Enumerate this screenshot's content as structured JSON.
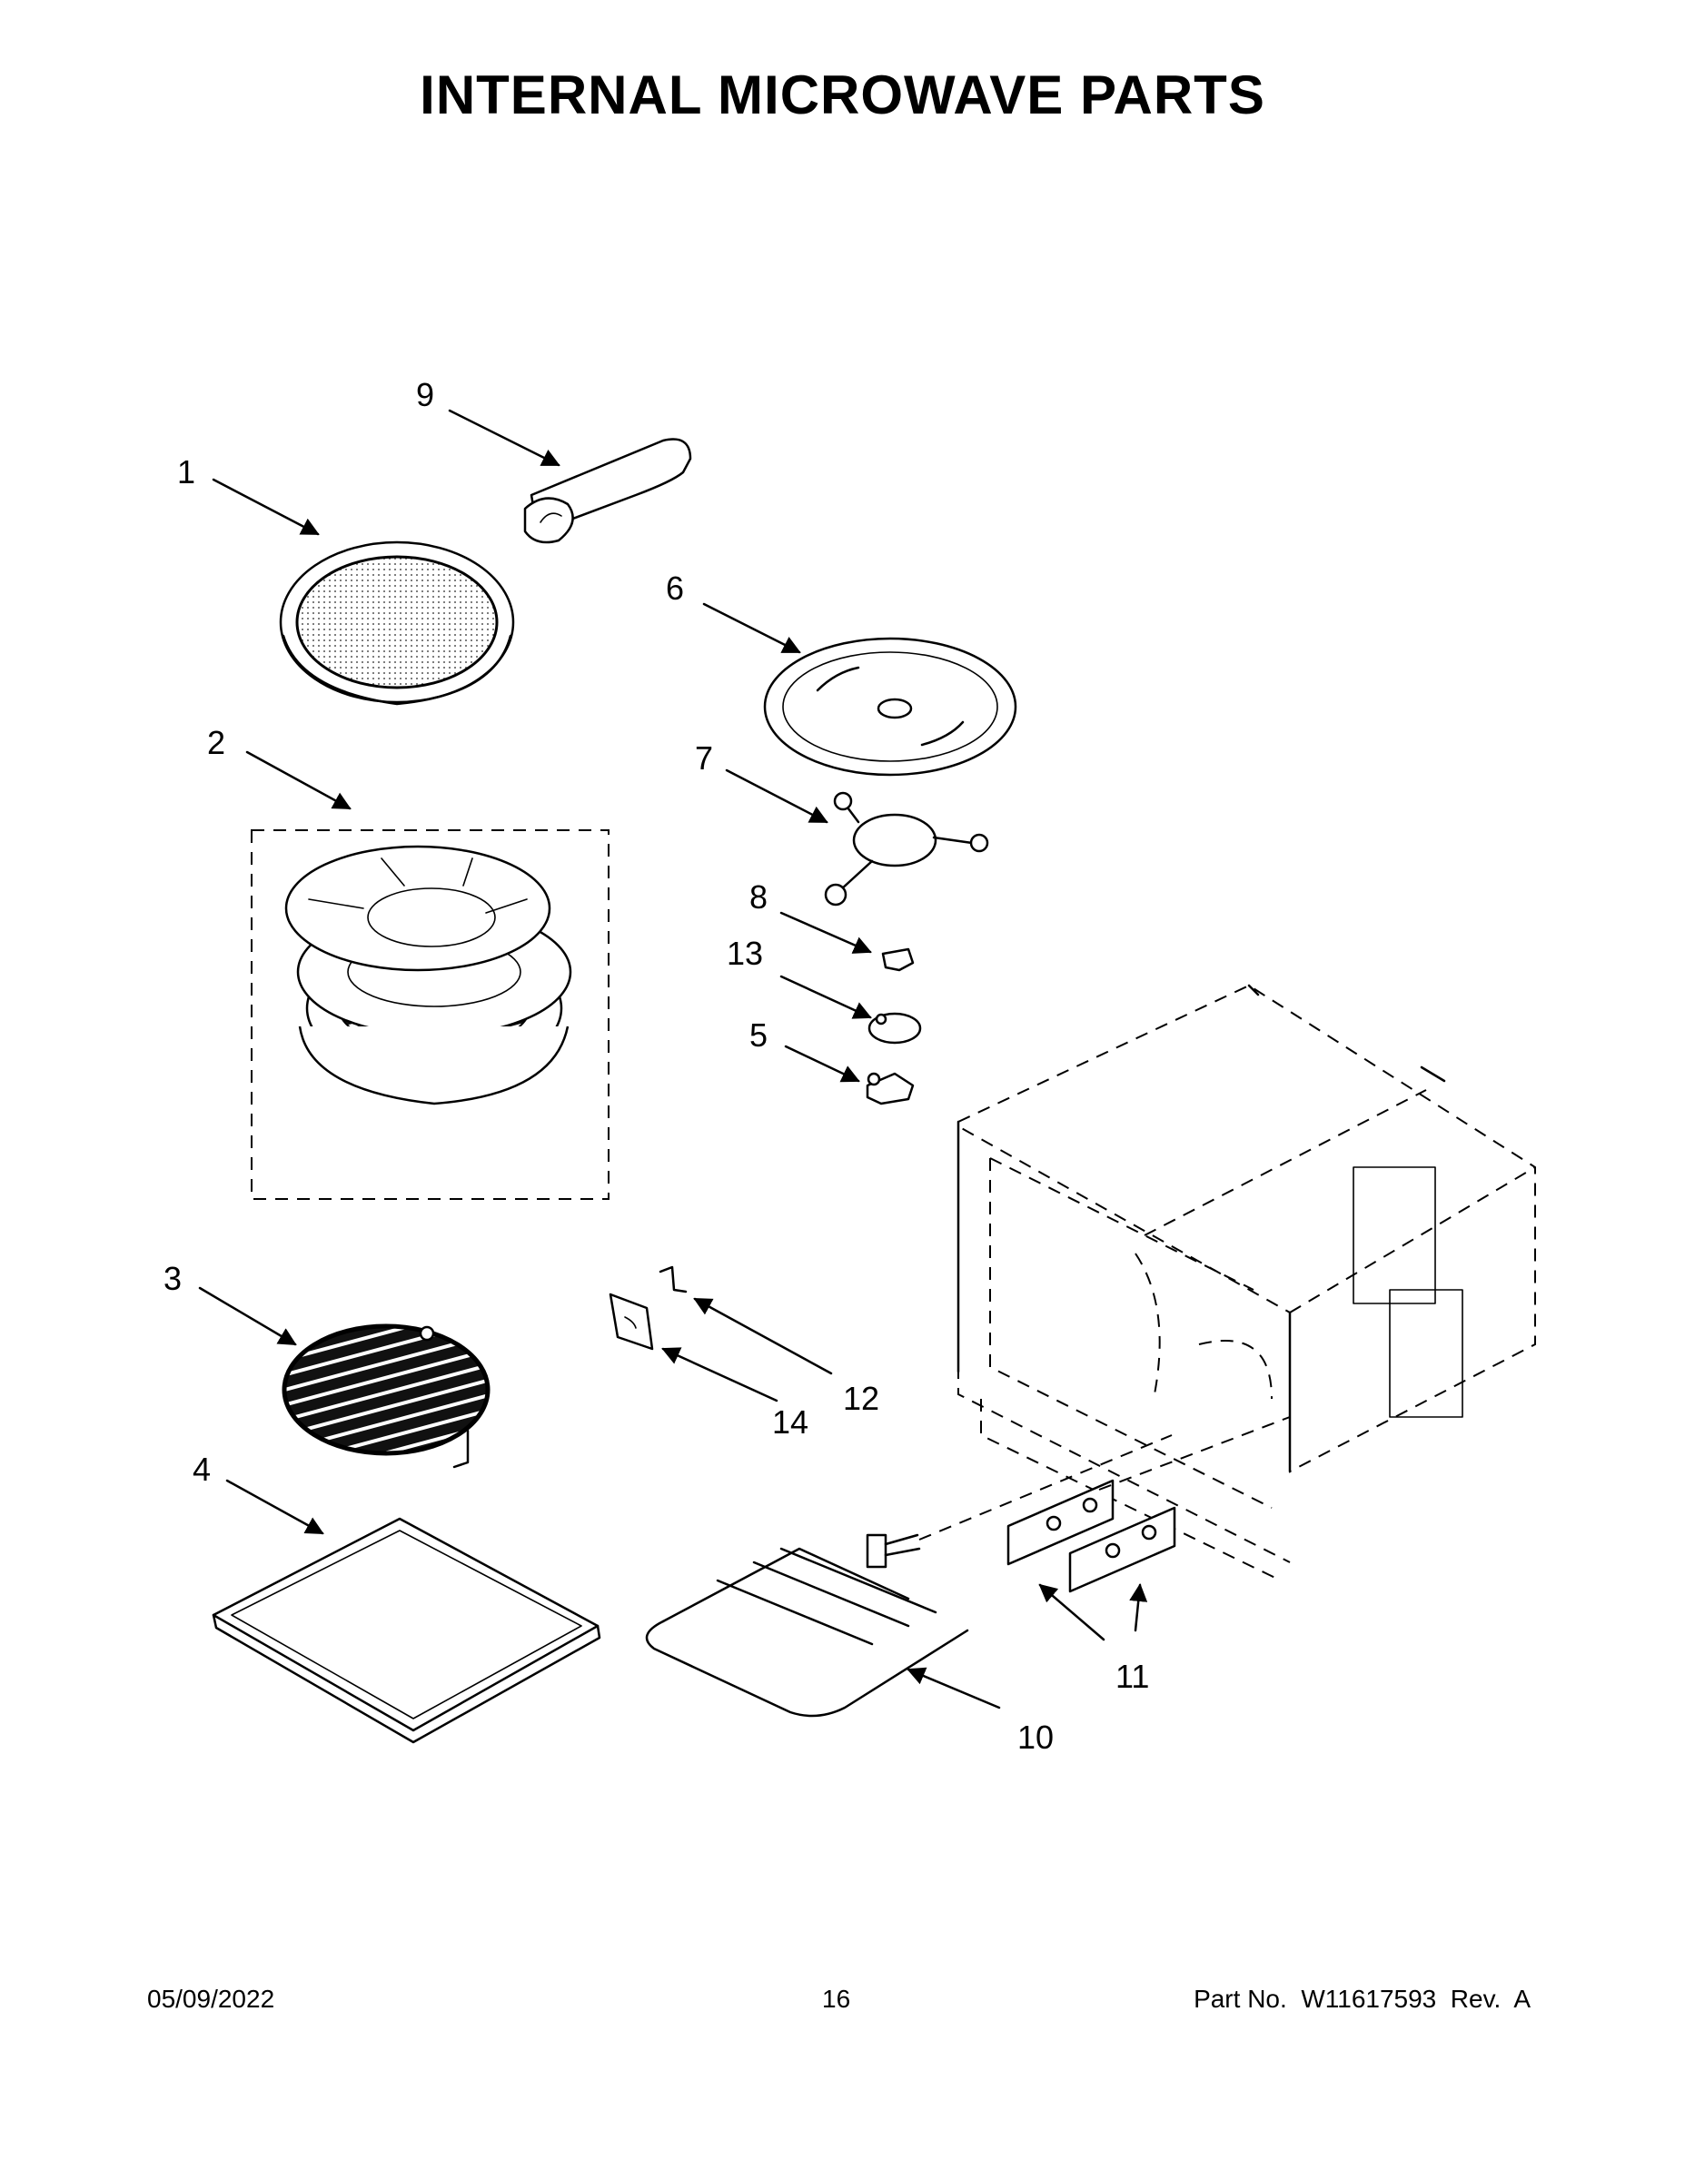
{
  "title": "INTERNAL MICROWAVE PARTS",
  "callouts": [
    "1",
    "2",
    "3",
    "4",
    "5",
    "6",
    "7",
    "8",
    "9",
    "10",
    "11",
    "12",
    "13",
    "14"
  ],
  "footer": {
    "date": "05/09/2022",
    "page": "16",
    "part_no": "Part No.  W11617593  Rev.  A"
  }
}
